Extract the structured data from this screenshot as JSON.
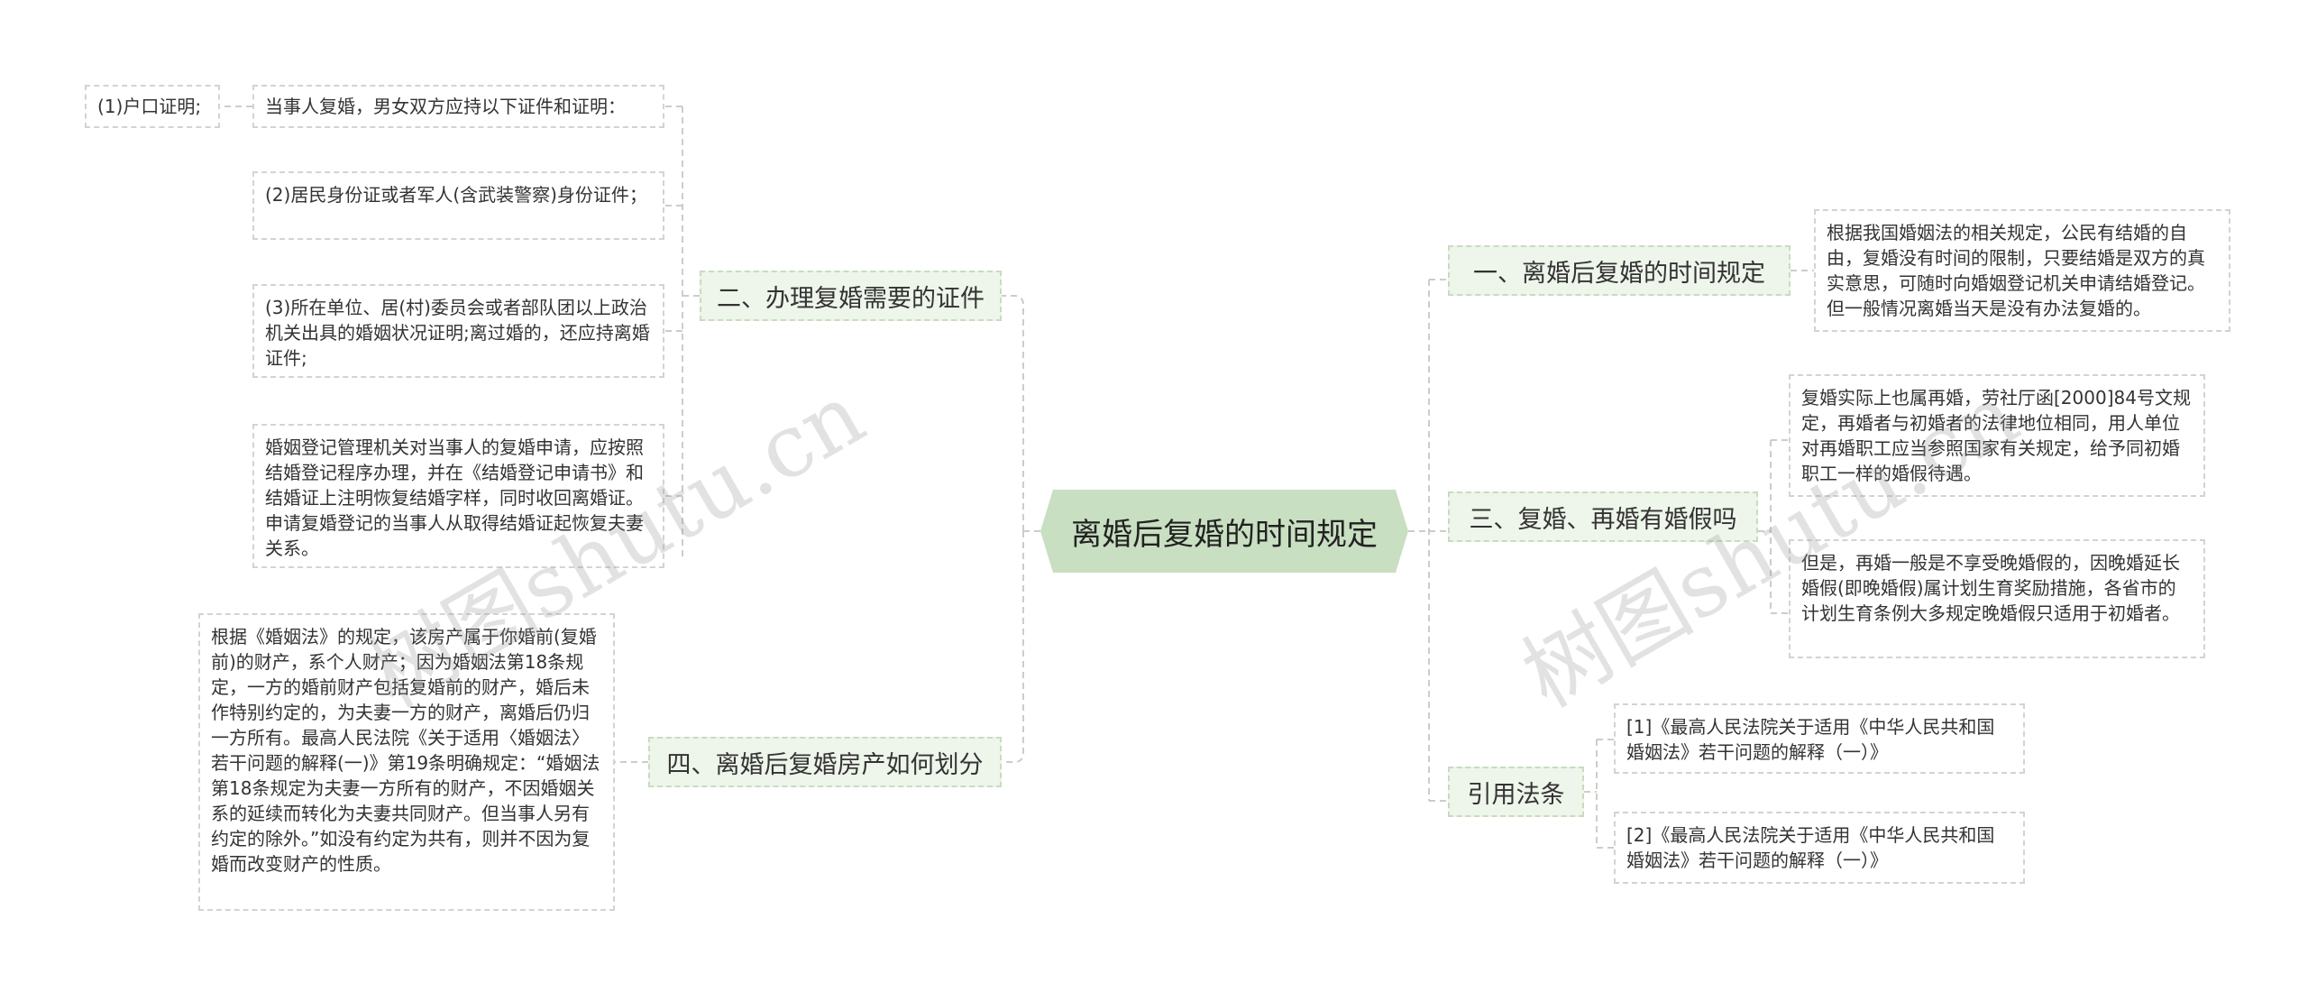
{
  "root": {
    "label": "离婚后复婚的时间规定"
  },
  "branches": {
    "b2": {
      "label": "二、办理复婚需要的证件",
      "intro": "当事人复婚，男女双方应持以下证件和证明：",
      "sub": "(1)户口证明;",
      "item2": "(2)居民身份证或者军人(含武装警察)身份证件；",
      "item3": "(3)所在单位、居(村)委员会或者部队团以上政治机关出具的婚姻状况证明;离过婚的，还应持离婚证件;",
      "item4": "婚姻登记管理机关对当事人的复婚申请，应按照结婚登记程序办理，并在《结婚登记申请书》和结婚证上注明恢复结婚字样，同时收回离婚证。申请复婚登记的当事人从取得结婚证起恢复夫妻关系。"
    },
    "b4": {
      "label": "四、离婚后复婚房产如何划分",
      "text": "根据《婚姻法》的规定，该房产属于你婚前(复婚前)的财产，系个人财产；因为婚姻法第18条规定，一方的婚前财产包括复婚前的财产，婚后未作特别约定的，为夫妻一方的财产，离婚后仍归一方所有。最高人民法院《关于适用〈婚姻法〉若干问题的解释(一)》第19条明确规定：“婚姻法第18条规定为夫妻一方所有的财产，不因婚姻关系的延续而转化为夫妻共同财产。但当事人另有约定的除外。”如没有约定为共有，则并不因为复婚而改变财产的性质。"
    },
    "b1": {
      "label": "一、离婚后复婚的时间规定",
      "text": "根据我国婚姻法的相关规定，公民有结婚的自由，复婚没有时间的限制，只要结婚是双方的真实意思，可随时向婚姻登记机关申请结婚登记。但一般情况离婚当天是没有办法复婚的。"
    },
    "b3": {
      "label": "三、复婚、再婚有婚假吗",
      "text1": "复婚实际上也属再婚，劳社厅函[2000]84号文规定，再婚者与初婚者的法律地位相同，用人单位对再婚职工应当参照国家有关规定，给予同初婚职工一样的婚假待遇。",
      "text2": "但是，再婚一般是不享受晚婚假的，因晚婚延长婚假(即晚婚假)属计划生育奖励措施，各省市的计划生育条例大多规定晚婚假只适用于初婚者。"
    },
    "law": {
      "label": "引用法条",
      "ref1": "[1]《最高人民法院关于适用《中华人民共和国婚姻法》若干问题的解释（一）》",
      "ref2": "[2]《最高人民法院关于适用《中华人民共和国婚姻法》若干问题的解释（一）》"
    }
  },
  "watermarks": {
    "left": "树图shutu.cn",
    "right": "树图shutu.cn"
  },
  "colors": {
    "root_fill": "#c8dfc1",
    "branch_fill": "#eef5ea",
    "edge": "#c9cfc6"
  }
}
